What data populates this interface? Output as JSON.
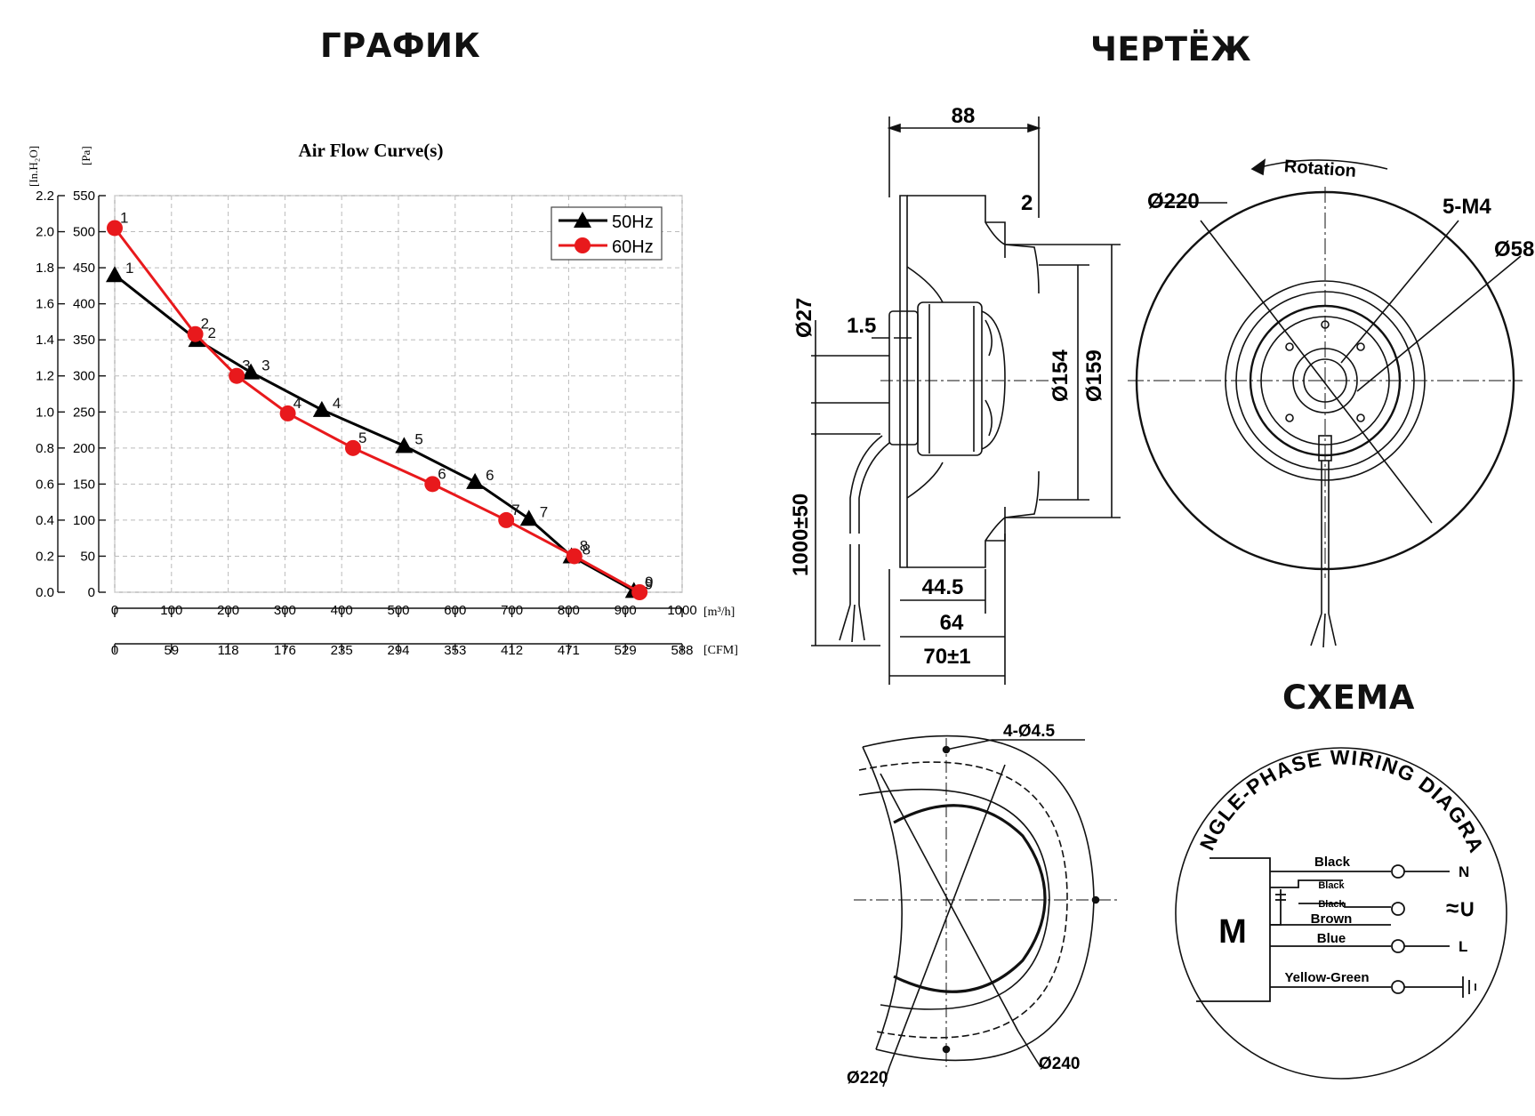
{
  "sections": {
    "graph": "ГРАФИК",
    "drawing": "ЧЕРТЁЖ",
    "scheme": "СХЕМА"
  },
  "chart_data": {
    "type": "line",
    "title": "Air Flow Curve(s)",
    "x_unit_top": "[m³/h]",
    "x_unit_bottom": "[CFM]",
    "y_unit_left": "[In.H₂O]",
    "y_unit_right": "[Pa]",
    "x_ticks": [
      0,
      100,
      200,
      300,
      400,
      500,
      600,
      700,
      800,
      900,
      1000
    ],
    "x_ticks_cfm": [
      "0",
      "59",
      "118",
      "176",
      "235",
      "294",
      "353",
      "412",
      "471",
      "529",
      "588"
    ],
    "y_ticks_pa": [
      0,
      50,
      100,
      150,
      200,
      250,
      300,
      350,
      400,
      450,
      500,
      550
    ],
    "y_ticks_inh2o": [
      "0.0",
      "0.2",
      "0.4",
      "0.6",
      "0.8",
      "1.0",
      "1.2",
      "1.4",
      "1.6",
      "1.8",
      "2.0",
      "2.2"
    ],
    "xlim": [
      0,
      1000
    ],
    "ylim": [
      0,
      550
    ],
    "grid": true,
    "legend_position": "top-right",
    "series": [
      {
        "name": "50Hz",
        "color": "#000000",
        "marker": "triangle",
        "x": [
          0,
          145,
          240,
          365,
          510,
          635,
          730,
          805,
          915
        ],
        "y": [
          440,
          350,
          305,
          253,
          203,
          153,
          102,
          50,
          2
        ],
        "labels": [
          "1",
          "2",
          "3",
          "4",
          "5",
          "6",
          "7",
          "8",
          "9"
        ]
      },
      {
        "name": "60Hz",
        "color": "#e8191c",
        "marker": "circle",
        "x": [
          0,
          142,
          215,
          305,
          420,
          560,
          690,
          810,
          925
        ],
        "y": [
          505,
          358,
          300,
          248,
          200,
          150,
          100,
          50,
          0
        ],
        "labels": [
          "1",
          "2",
          "3",
          "4",
          "5",
          "6",
          "7",
          "8",
          "9"
        ]
      }
    ]
  },
  "drawing": {
    "dims": {
      "d88": "88",
      "d2": "2",
      "d27": "Ø27",
      "d15": "1.5",
      "d154": "Ø154",
      "d159": "Ø159",
      "d1000": "1000±50",
      "d445": "44.5",
      "d64": "64",
      "d70": "70±1",
      "d220a": "Ø220",
      "d220b": "Ø220",
      "dm4": "5-M4",
      "d58": "Ø58",
      "d45": "4-Ø4.5",
      "d240": "Ø240"
    },
    "rotation": "Rotation"
  },
  "wiring": {
    "ring_text": "SINGLE-PHASE WIRING DIAGRAM",
    "motor": "M",
    "wires": [
      "Black",
      "Black",
      "Black",
      "Brown",
      "Blue",
      "Yellow-Green"
    ],
    "terminals": [
      "N",
      "≈∪",
      "L"
    ]
  }
}
